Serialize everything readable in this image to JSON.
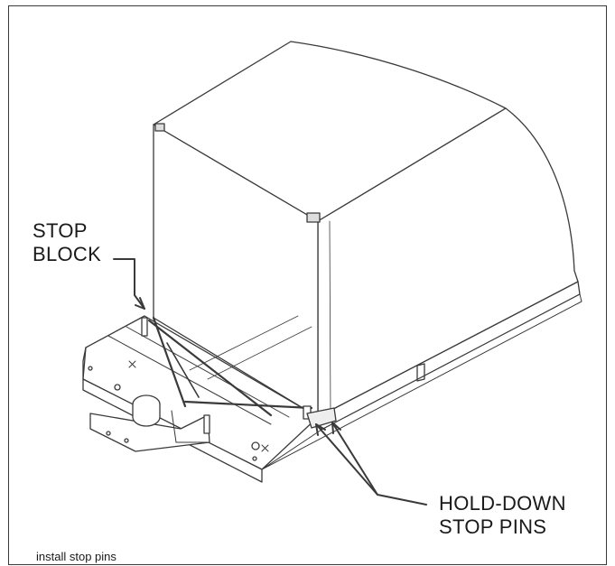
{
  "callouts": {
    "stop_block": [
      "STOP",
      "BLOCK"
    ],
    "hold_down": [
      "HOLD-DOWN",
      "STOP PINS"
    ]
  },
  "caption": "install stop pins",
  "colors": {
    "line": "#3a3a3a",
    "background": "#ffffff"
  }
}
